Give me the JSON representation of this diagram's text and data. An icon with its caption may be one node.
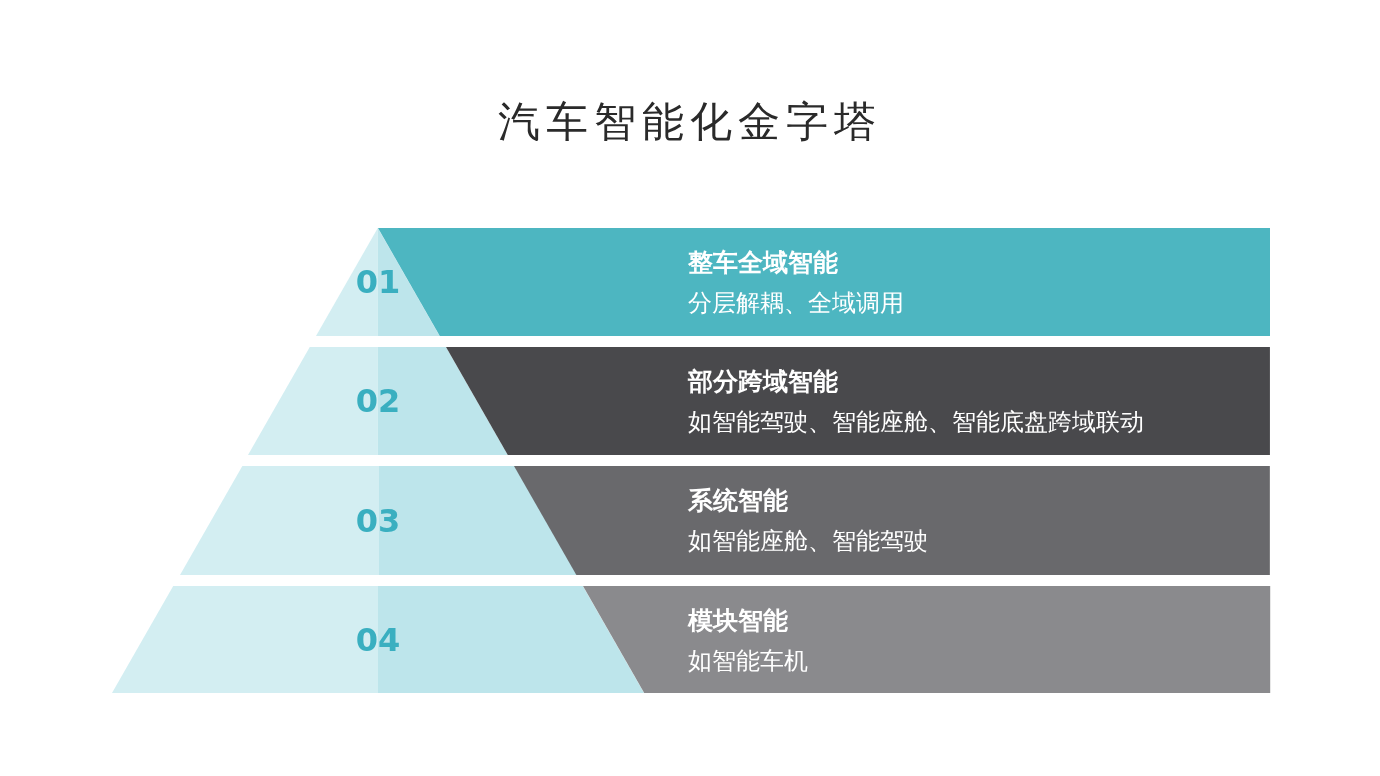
{
  "diagram": {
    "title": "汽车智能化金字塔",
    "nodes": [
      {
        "text": [
          "01"
        ]
      },
      {
        "text": [
          "整车全域智能",
          "分层解耦、全域调用"
        ]
      },
      {
        "text": [
          "02"
        ]
      },
      {
        "text": [
          "部分跨域智能",
          "如智能驾驶、智能座舱、智能底盘跨域联动"
        ]
      },
      {
        "text": [
          "03"
        ]
      },
      {
        "text": [
          "系统智能",
          "如智能座舱、智能驾驶"
        ]
      },
      {
        "text": [
          "04"
        ]
      },
      {
        "text": [
          "模块智能",
          "如智能车机"
        ]
      }
    ]
  }
}
